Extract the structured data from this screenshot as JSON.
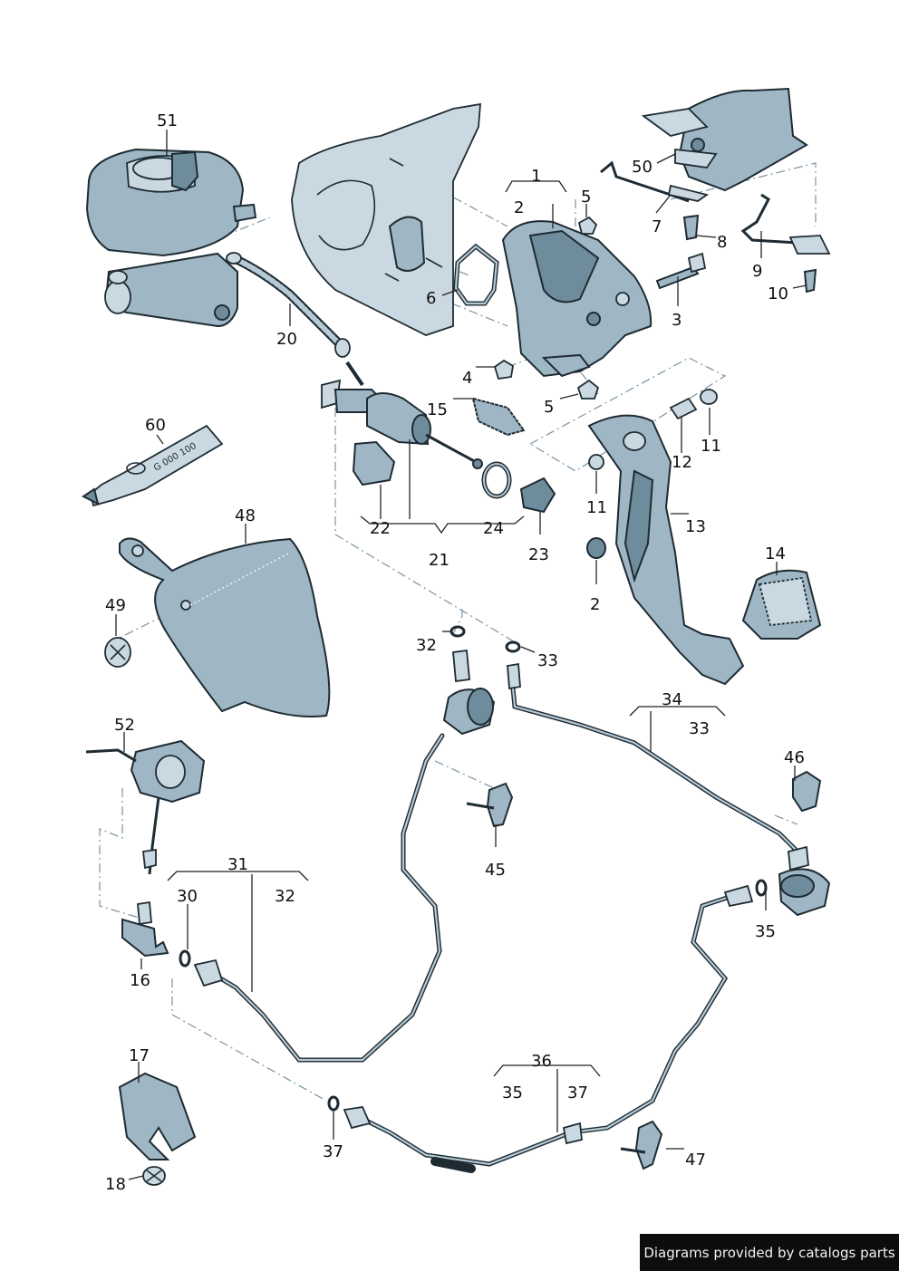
{
  "callouts": [
    {
      "id": "c51",
      "text": "51"
    },
    {
      "id": "c1",
      "text": "1"
    },
    {
      "id": "c2a",
      "text": "2"
    },
    {
      "id": "c5a",
      "text": "5"
    },
    {
      "id": "c50",
      "text": "50"
    },
    {
      "id": "c7",
      "text": "7"
    },
    {
      "id": "c8",
      "text": "8"
    },
    {
      "id": "c9",
      "text": "9"
    },
    {
      "id": "c10",
      "text": "10"
    },
    {
      "id": "c3",
      "text": "3"
    },
    {
      "id": "c6",
      "text": "6"
    },
    {
      "id": "c20",
      "text": "20"
    },
    {
      "id": "c4",
      "text": "4"
    },
    {
      "id": "c5b",
      "text": "5"
    },
    {
      "id": "c15",
      "text": "15"
    },
    {
      "id": "c60",
      "text": "60"
    },
    {
      "id": "c12",
      "text": "12"
    },
    {
      "id": "c11a",
      "text": "11"
    },
    {
      "id": "c11b",
      "text": "11"
    },
    {
      "id": "c13",
      "text": "13"
    },
    {
      "id": "c22",
      "text": "22"
    },
    {
      "id": "c24",
      "text": "24"
    },
    {
      "id": "c21",
      "text": "21"
    },
    {
      "id": "c23",
      "text": "23"
    },
    {
      "id": "c48",
      "text": "48"
    },
    {
      "id": "c14",
      "text": "14"
    },
    {
      "id": "c2b",
      "text": "2"
    },
    {
      "id": "c49",
      "text": "49"
    },
    {
      "id": "c32a",
      "text": "32"
    },
    {
      "id": "c33a",
      "text": "33"
    },
    {
      "id": "c34",
      "text": "34"
    },
    {
      "id": "c33b",
      "text": "33"
    },
    {
      "id": "c52",
      "text": "52"
    },
    {
      "id": "c46",
      "text": "46"
    },
    {
      "id": "c45",
      "text": "45"
    },
    {
      "id": "c31",
      "text": "31"
    },
    {
      "id": "c30",
      "text": "30"
    },
    {
      "id": "c32b",
      "text": "32"
    },
    {
      "id": "c35a",
      "text": "35"
    },
    {
      "id": "c16",
      "text": "16"
    },
    {
      "id": "c17",
      "text": "17"
    },
    {
      "id": "c36",
      "text": "36"
    },
    {
      "id": "c35b",
      "text": "35"
    },
    {
      "id": "c37a",
      "text": "37"
    },
    {
      "id": "c37b",
      "text": "37"
    },
    {
      "id": "c47",
      "text": "47"
    },
    {
      "id": "c18",
      "text": "18"
    }
  ],
  "tube_marking": "G 000 100",
  "credit": "Diagrams provided by catalogs parts",
  "colors": {
    "part_fill": "#9fb6c4",
    "outline": "#1e2b33",
    "leader_dash": "#7b93a3",
    "credit_bg": "#0d0d0d"
  }
}
